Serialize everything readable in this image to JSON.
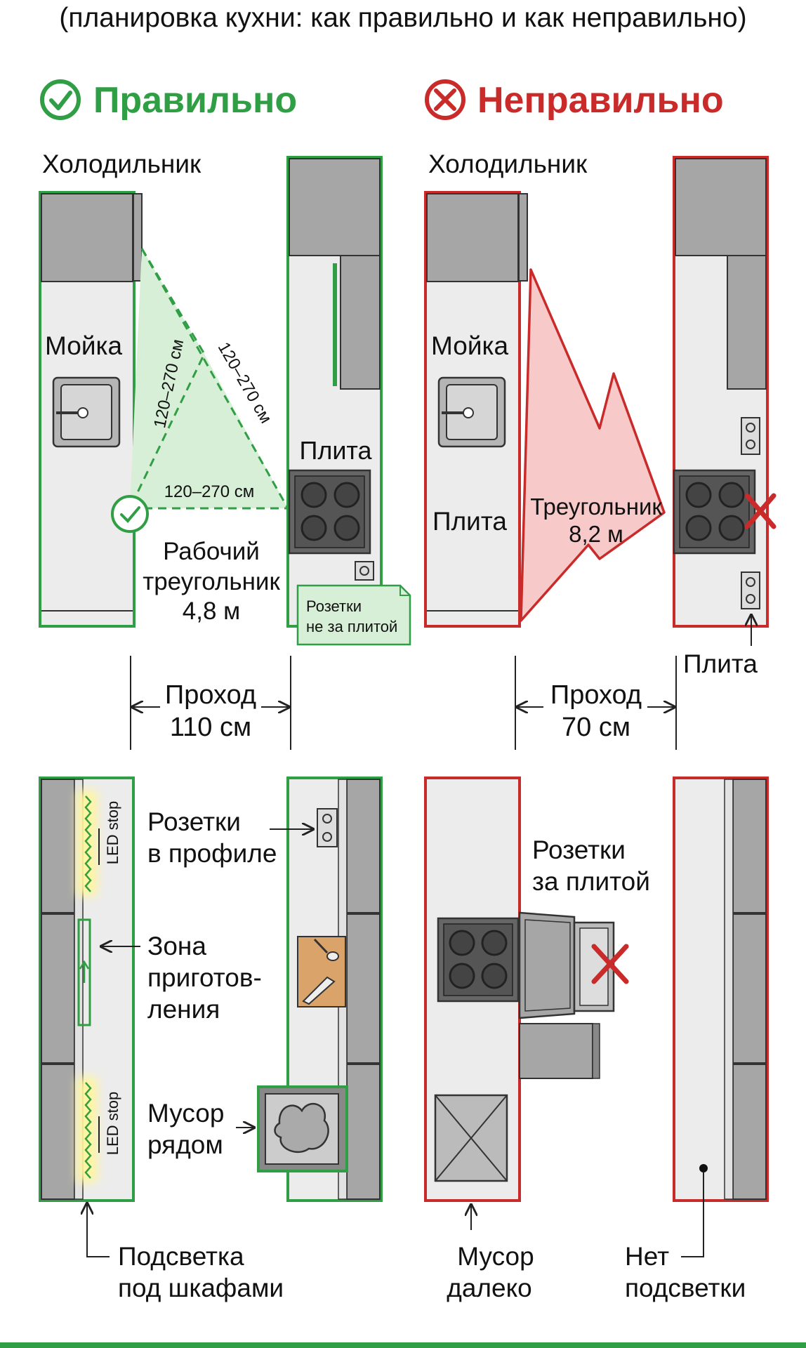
{
  "subtitle": "(планировка кухни: как правильно и как неправильно)",
  "colors": {
    "good": "#2f9e44",
    "bad": "#c92a2a",
    "cabinet": "#a6a6a6",
    "counter": "#ececec",
    "outline": "#333333",
    "triangle_good": "#d6efd6",
    "triangle_bad": "#f7c9c9",
    "led_glow": "#fff59d",
    "board": "#d9a36a"
  },
  "good": {
    "heading": "Правильно",
    "top": {
      "fridge": "Холодильник",
      "sink": "Мойка",
      "stove": "Плита",
      "side1": "120–270 см",
      "side2": "120–270 см",
      "side3": "120–270 см",
      "triangle_l1": "Рабочий",
      "triangle_l2": "треугольник",
      "triangle_l3": "4,8 м",
      "note_l1": "Розетки",
      "note_l2": "не за плитой",
      "aisle_label": "Проход",
      "aisle_value": "110 см"
    },
    "bottom": {
      "led": "LED stop",
      "sockets_l1": "Розетки",
      "sockets_l2": "в профиле",
      "prep_l1": "Зона",
      "prep_l2": "приготов-",
      "prep_l3": "ления",
      "trash_l1": "Мусор",
      "trash_l2": "рядом",
      "light_l1": "Подсветка",
      "light_l2": "под шкафами"
    }
  },
  "bad": {
    "heading": "Неправильно",
    "top": {
      "fridge": "Холодильник",
      "sink": "Мойка",
      "stove_left": "Плита",
      "triangle_l1": "Треугольник",
      "triangle_l2": "8,2 м",
      "stove_right": "Плита",
      "aisle_label": "Проход",
      "aisle_value": "70 см"
    },
    "bottom": {
      "sockets_l1": "Розетки",
      "sockets_l2": "за плитой",
      "trash_l1": "Мусор",
      "trash_l2": "далеко",
      "nolight_l1": "Нет",
      "nolight_l2": "подсветки"
    }
  }
}
